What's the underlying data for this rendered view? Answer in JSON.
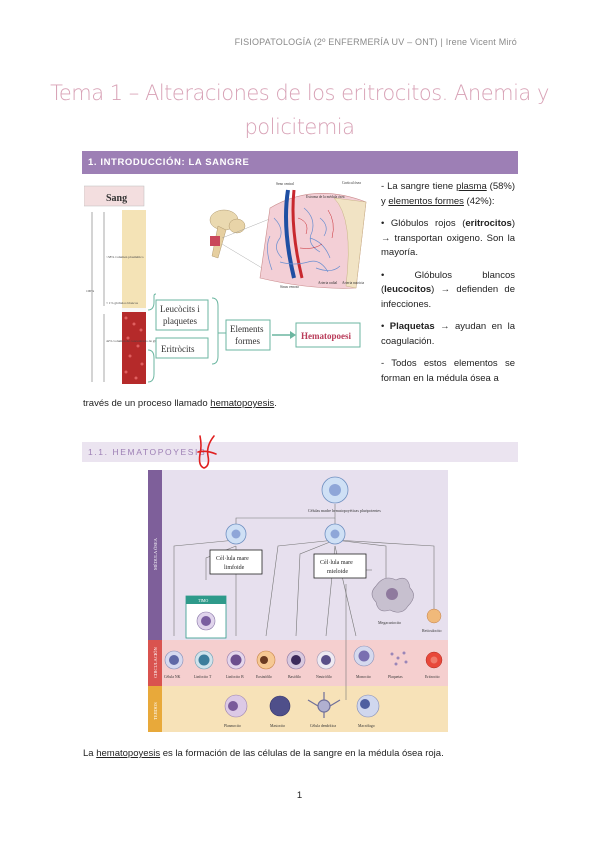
{
  "header": "FISIOPATOLOGÍA (2º ENFERMERÍA UV – ONT) | Irene Vicent Miró",
  "title_line1": "Tema 1 – Alteraciones de los eritrocitos. Anemia y",
  "title_line2": "policitemia",
  "section1": "1. INTRODUCCIÓN: LA SANGRE",
  "section2": "1.1. HEMATOPOYESIS",
  "intro": {
    "p1_a": "- La sangre tiene ",
    "p1_plasma": "plasma",
    "p1_b": " (58%) y ",
    "p1_formes": "elementos formes",
    "p1_c": " (42%):",
    "p2_a": "•      Glóbulos rojos (",
    "p2_b": "eritrocitos",
    "p2_c": ") → transportan oxigeno. Son la mayoría.",
    "p3_a": "•      Glóbulos blancos (",
    "p3_b": "leucocitos",
    "p3_c": ") → defienden de infecciones.",
    "p4_a": "•      ",
    "p4_b": "Plaquetas",
    "p4_c": " → ayudan en la coagulación.",
    "p5": "- Todos estos elementos se forman en la médula ósea a",
    "cont_a": "través de un proceso llamado ",
    "cont_b": "hematopoyesis",
    "cont_c": "."
  },
  "figure1": {
    "sang": "Sang",
    "leucocits": "Leucòcits i",
    "plaquetes": "plaquetes",
    "eritrocits": "Eritròcits",
    "elements": "Elements",
    "formes": "formes",
    "hematopoesi": "Hematopoesi",
    "seno": "Seno central",
    "cortical": "Cortical ósea",
    "estroma": "Estroma de la médula ósea",
    "sinus": "Sinus venoso",
    "arteria_radial": "Arteria radial",
    "arteria_nutricia": "Arteria nutricia",
    "pct58": "~58% volumen plasmático",
    "pct1": "< 1% glóbulos blancos",
    "pct42": "42% volumen de concentrado de glóbulos rojos",
    "pct100": "100%"
  },
  "figure2": {
    "medula": "MÉDULA ÓSEA",
    "circulacion": "CIRCULACIÓN",
    "tejidos": "TEJIDOS",
    "madre": "Células madre hematopoyéticas pluripotentes",
    "limfoide_1": "Cèl·lula mare",
    "limfoide_2": "limfoide",
    "mieloide_1": "Cèl·lula mare",
    "mieloide_2": "mieloide",
    "timo": "TIMO",
    "megacariocito": "Megacariocito",
    "reticulocito": "Reticulocito",
    "cells": [
      "Célula NK",
      "Linfocito T",
      "Linfocito B",
      "Eosinófilo",
      "Basófilo",
      "Neutrófilo",
      "Monocito",
      "Plaquetas",
      "Eritrocito"
    ],
    "tissue": [
      "Plasmocito",
      "Mastocito",
      "Célula dendrítica",
      "Macrófago"
    ]
  },
  "caption_a": "La ",
  "caption_b": "hematopoyesis",
  "caption_c": " es la formación de las células de la sangre en la médula ósea roja.",
  "page_number": "1"
}
